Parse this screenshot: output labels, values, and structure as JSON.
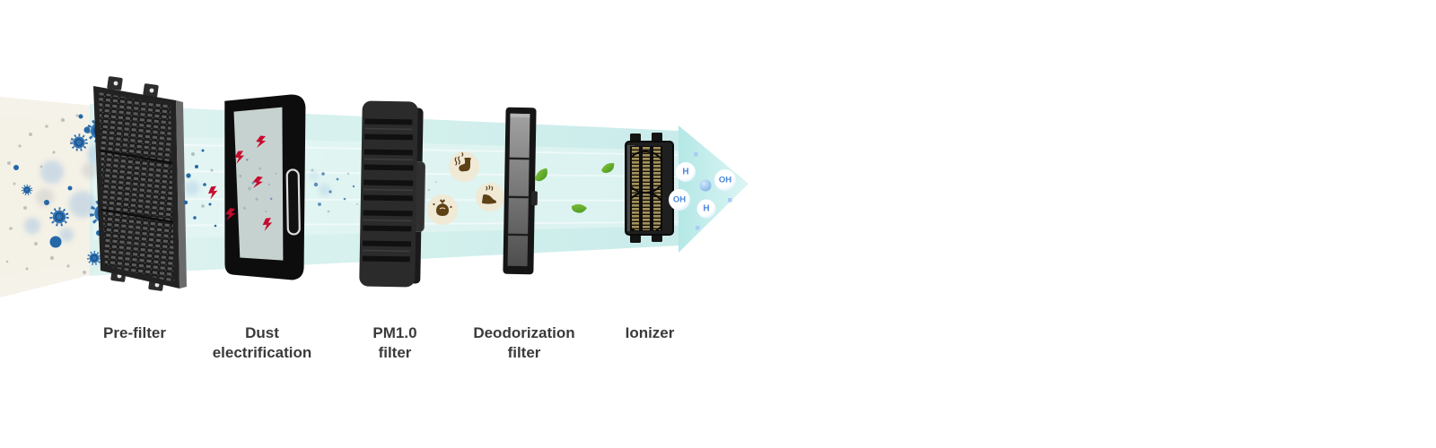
{
  "diagram": {
    "stages": [
      {
        "id": "pre-filter",
        "label": "Pre-filter"
      },
      {
        "id": "dust-electrification",
        "label": "Dust electrification"
      },
      {
        "id": "pm1-filter",
        "label": "PM1.0 filter"
      },
      {
        "id": "deodorization-filter",
        "label": "Deodorization filter"
      },
      {
        "id": "ionizer",
        "label": "Ionizer"
      }
    ],
    "airflow": {
      "molecules": [
        {
          "label": "H"
        },
        {
          "label": "OH"
        },
        {
          "label": "OH"
        },
        {
          "label": "H"
        }
      ]
    },
    "icons": {
      "odor_sources": [
        "sock-odor-icon",
        "garbage-bag-odor-icon",
        "shoe-odor-icon"
      ],
      "pollutants": [
        "virus-particle-icon",
        "dust-particle-icon"
      ],
      "clean_air": [
        "leaf-icon",
        "airflow-arrow-icon"
      ],
      "electric": [
        "electric-spark-icon"
      ]
    },
    "colors": {
      "beam_cyan": "#c9ecE9",
      "beam_beige": "#efeadb",
      "arrow_cyan": "#bce9e7",
      "spark_red": "#c60b2e",
      "leaf_green": "#55a928",
      "molecule_blue": "#4a86d8",
      "particle_blue": "#2e6fae",
      "label_text": "#3a3a3a"
    }
  }
}
